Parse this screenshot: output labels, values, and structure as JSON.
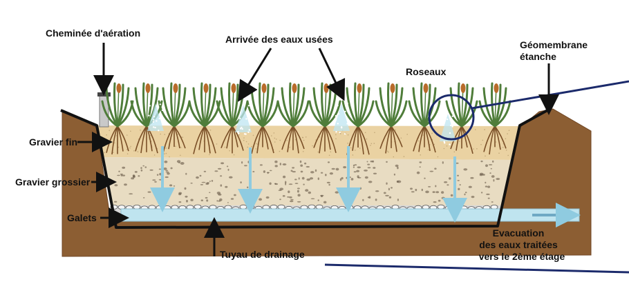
{
  "labels": {
    "aeration_chimney": "Cheminée d'aération",
    "wastewater_inlet": "Arrivée des eaux usées",
    "reeds": "Roseaux",
    "geomembrane": [
      "Géomembrane",
      "étanche"
    ],
    "fine_gravel": "Gravier fin",
    "coarse_gravel": "Gravier grossier",
    "pebbles": "Galets",
    "drain_pipe": "Tuyau de drainage",
    "outlet": [
      "Evacuation",
      "des eaux traitées",
      "vers le 2ème étage"
    ]
  },
  "colors": {
    "soil": "#8c5e33",
    "soil_dark": "#6f4524",
    "fine_gravel": "#ead2a2",
    "coarse_gravel": "#e8dcc2",
    "pebbles": "#d9d9d9",
    "pipe": "#bfe4ef",
    "water": "#8fcbe0",
    "leaf": "#4f7d3a",
    "cattail": "#b86b2a",
    "root": "#7a4f27",
    "membrane": "#111111",
    "circle": "#1b2a6b"
  }
}
